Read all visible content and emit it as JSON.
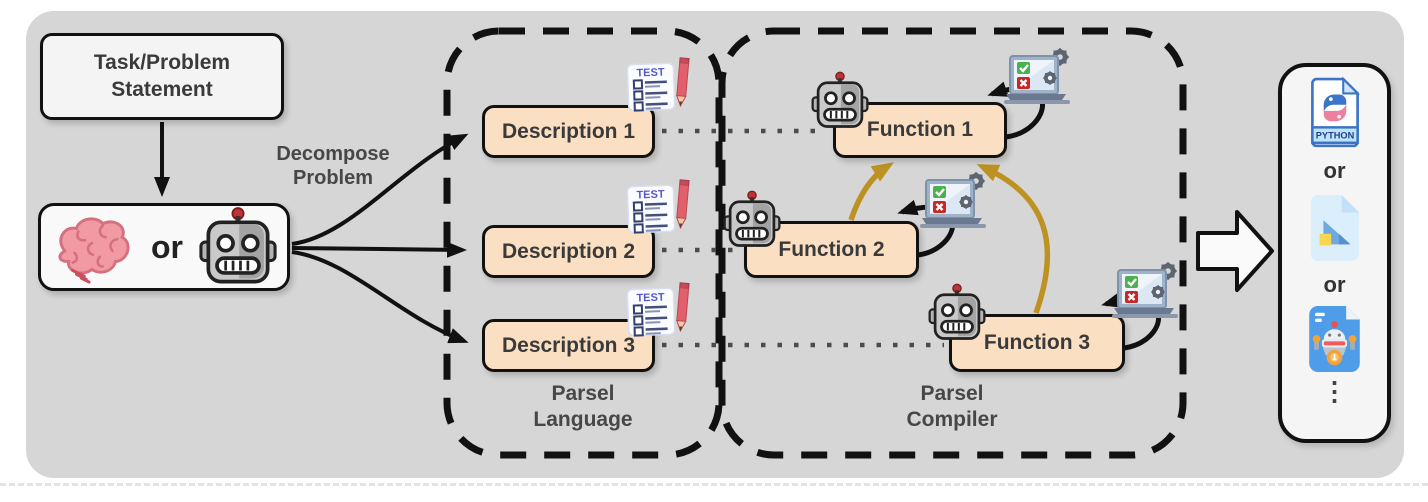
{
  "task_box": {
    "line1": "Task/Problem",
    "line2": "Statement"
  },
  "source_box": {
    "or_label": "or"
  },
  "decompose_label": {
    "line1": "Decompose",
    "line2": "Problem"
  },
  "language_group": {
    "title_line1": "Parsel",
    "title_line2": "Language",
    "items": [
      {
        "label": "Description 1"
      },
      {
        "label": "Description 2"
      },
      {
        "label": "Description 3"
      }
    ]
  },
  "compiler_group": {
    "title_line1": "Parsel",
    "title_line2": "Compiler",
    "items": [
      {
        "label": "Function 1"
      },
      {
        "label": "Function 2"
      },
      {
        "label": "Function 3"
      }
    ]
  },
  "test_icon_label": "TEST",
  "python_icon_label": "PYTHON",
  "output_panel": {
    "or_top": "or",
    "or_bottom": "or",
    "ellipsis": "⋮"
  },
  "colors": {
    "canvas_bg": "#d6d6d6",
    "node_fill": "#fbdfc2",
    "neutral_fill": "#f4f4f4",
    "gold_arrow": "#bd9222",
    "ink": "#111111",
    "label_text": "#474747"
  }
}
